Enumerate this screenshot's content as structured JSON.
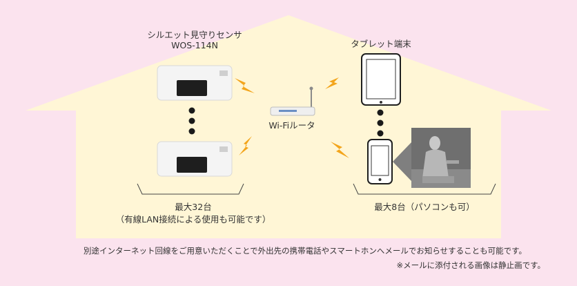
{
  "colors": {
    "page_background": "#fbe3ee",
    "house_fill": "#fff6d6",
    "lightning": "#f3a51c",
    "dot": "#1a1a1a"
  },
  "sensor": {
    "title": "シルエット見守りセンサ",
    "model": "WOS-114N",
    "count_label": "最大32台",
    "count_note": "（有線LAN接続による使用も可能です）"
  },
  "router": {
    "label": "Wi-Fiルータ"
  },
  "tablet": {
    "label": "タブレット端末"
  },
  "devices": {
    "count_label": "最大8台（パソコンも可）"
  },
  "footer": {
    "line1": "別途インターネット回線をご用意いただくことで外出先の携帯電話やスマートホンへメールでお知らせすることも可能です。",
    "line2": "※メールに添付される画像は静止画です。"
  },
  "icons": [
    "sensor-device-icon",
    "router-icon",
    "tablet-icon",
    "smartphone-icon",
    "lightning-icon",
    "silhouette-image"
  ]
}
